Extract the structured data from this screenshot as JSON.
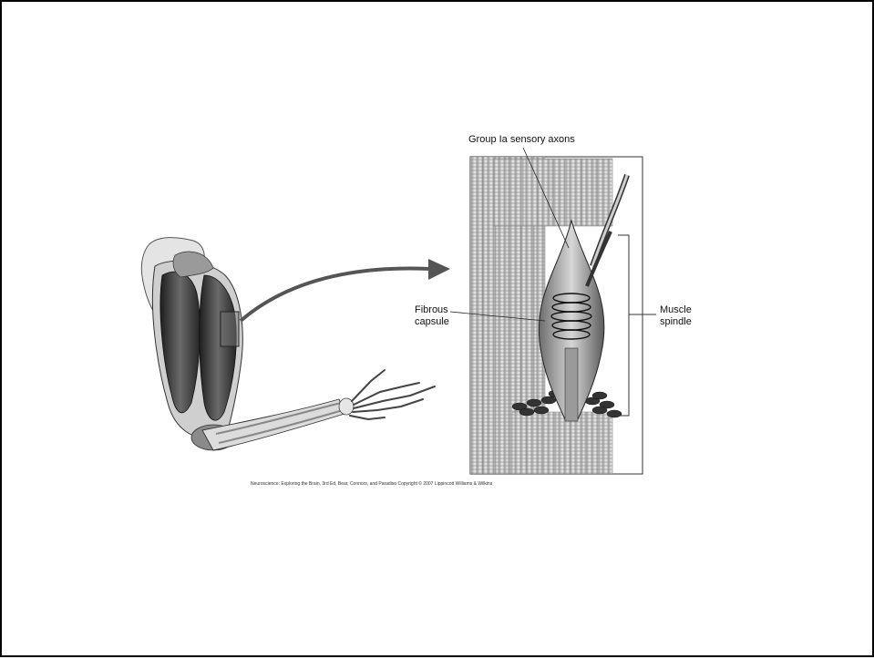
{
  "labels": {
    "group_ia": "Group Ia sensory axons",
    "fibrous_capsule": "Fibrous capsule",
    "muscle_spindle": "Muscle spindle"
  },
  "caption": "Neuroscience: Exploring the Brain, 3rd Ed, Bear, Connors, and Paradiso Copyright © 2007 Lippincott Williams & Wilkins",
  "colors": {
    "ink": "#111111",
    "muscle_dark": "#3a3a3a",
    "muscle_light": "#d8d8d8",
    "arrow": "#555555"
  }
}
